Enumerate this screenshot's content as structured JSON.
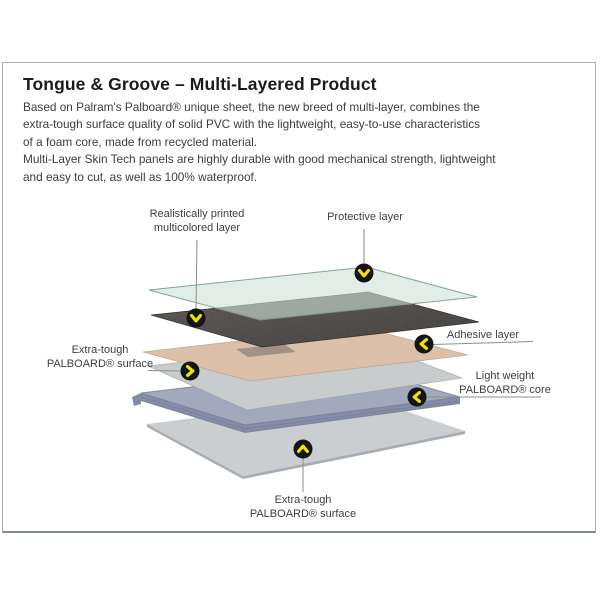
{
  "header": {
    "title": "Tongue & Groove – Multi-Layered Product",
    "intro_lines": [
      "Based on Palram's Palboard® unique sheet, the new breed of multi-layer, combines the",
      "extra-tough surface quality of solid PVC with the lightweight, easy-to-use characteristics",
      "of a foam core, made from recycled material.",
      "Multi-Layer Skin Tech panels are highly durable with good mechanical strength, lightweight",
      "and easy to cut, as well as 100% waterproof."
    ]
  },
  "diagram": {
    "labels": {
      "printed": {
        "line1": "Realistically printed",
        "line2": "multicolored layer"
      },
      "protective": {
        "text": "Protective layer"
      },
      "adhesive": {
        "text": "Adhesive layer"
      },
      "surface_top": {
        "line1": "Extra-tough",
        "line2": "PALBOARD® surface"
      },
      "core": {
        "line1": "Light weight",
        "line2": "PALBOARD® core"
      },
      "surface_bottom": {
        "line1": "Extra-tough",
        "line2": "PALBOARD® surface"
      }
    },
    "marker": {
      "circle_color": "#141414",
      "arrow_color": "#f2e300"
    },
    "colors": {
      "protective": "#cde3d7",
      "protective_stroke": "#7d988e",
      "printed_dark_1": "#55504c",
      "printed_dark_2": "#3a3734",
      "printed_stroke": "#2e2b29",
      "printed_shadow": "#736c68",
      "adhesive": "#dcc0a9",
      "adhesive_stroke": "#bb9c82",
      "surface_gray": "#c9cccd",
      "surface_gray_stroke": "#9aa0a2",
      "core_top": "#a2a9bd",
      "core_side": "#858da6",
      "core_stroke": "#737b95",
      "bottom_gray": "#cbced1",
      "bottom_side": "#a9adb1",
      "bottom_stroke": "#a5a9ac",
      "line": "#8a8f8f"
    }
  }
}
